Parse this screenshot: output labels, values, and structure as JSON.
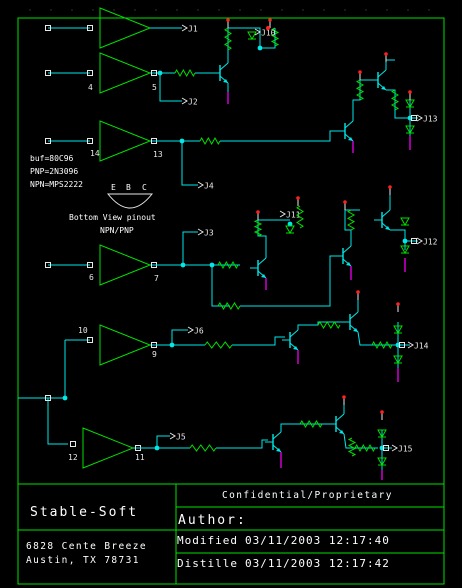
{
  "colors": {
    "background": "#000000",
    "wire": "#00e8e8",
    "component": "#00e000",
    "pin": "#e8e8e8",
    "supply": "#ff2020",
    "ground": "#d000d0",
    "text": "#ffffff"
  },
  "connectors": [
    "J1",
    "J2",
    "J4",
    "J3",
    "J6",
    "J5",
    "J10",
    "J11",
    "J13",
    "J12",
    "J14",
    "J15"
  ],
  "pin_numbers": [
    "4",
    "5",
    "14",
    "13",
    "6",
    "7",
    "10",
    "9",
    "12",
    "11"
  ],
  "notes": {
    "buf": "buf=80C96",
    "pnp": "PNP=2N3096",
    "npn": "NPN=MPS2222",
    "pinout_letters": [
      "E",
      "B",
      "C"
    ],
    "pinout_caption": "Bottom View pinout",
    "pinout_type": "NPN/PNP"
  },
  "title_block": {
    "company": "Stable-Soft",
    "address1": "6828 Cente Breeze",
    "address2": "Austin, TX 78731",
    "confidential": "Confidential/Proprietary",
    "author_label": "Author:",
    "modified_label": "Modified",
    "modified_value": "03/11/2003 12:17:40",
    "distilled_label": "Distille",
    "distilled_value": "03/11/2003 12:17:42"
  }
}
